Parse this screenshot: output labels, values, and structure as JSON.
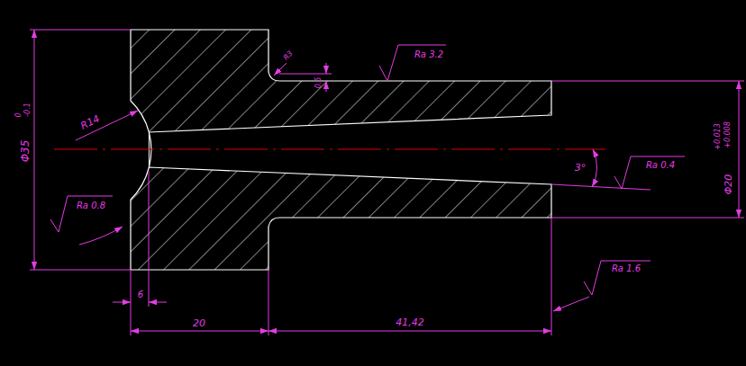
{
  "diagram": {
    "labels": [
      "Φ35",
      "0",
      "-0.1",
      "R14",
      "Ra 0.8",
      "6",
      "20",
      "41,42",
      "R3",
      "0.5",
      "Ra 3.2",
      "3°",
      "Ra 0.4",
      "Φ20",
      "+0.013",
      "+0.008",
      "Ra 1.6"
    ]
  }
}
